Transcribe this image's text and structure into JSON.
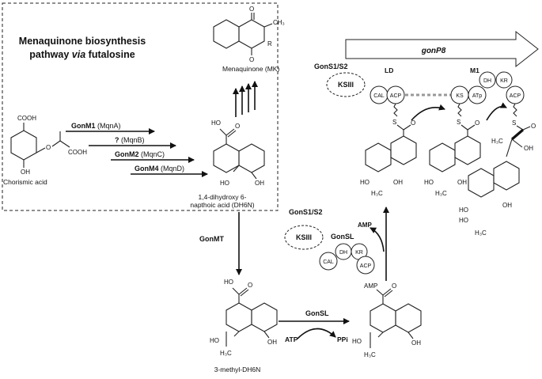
{
  "box_title_line1": "Menaquinone biosynthesis",
  "box_title_line2_a": "pathway ",
  "box_title_line2_b": "via",
  "box_title_line2_c": " futalosine",
  "compounds": {
    "chorismic": "Chorismic acid",
    "menaquinone": "Menaquinone (MK)",
    "dh6n_line1": "1,4-dihydroxy 6-",
    "dh6n_line2": "napthoic acid (DH6N)",
    "methyl_dh6n": "3-methyl-DH6N"
  },
  "enzymes": [
    {
      "bold": "GonM1",
      "paren": "(MqnA)"
    },
    {
      "bold": "?",
      "paren": "(MqnB)"
    },
    {
      "bold": "GonM2",
      "paren": "(MqnC)"
    },
    {
      "bold": "GonM4",
      "paren": "(MqnD)"
    }
  ],
  "gonmt": "GonMT",
  "gonsl": "GonSL",
  "atp": "ATP",
  "ppi": "PPi",
  "amp": "AMP",
  "gonp8": "gonP8",
  "gons1s2": "GonS1/S2",
  "ksiii": "KSIII",
  "modules": {
    "ld": "LD",
    "m1": "M1"
  },
  "domains": {
    "cal": "CAL",
    "acp": "ACP",
    "ks": "KS",
    "atp_domain": "ATp",
    "dh": "DH",
    "kr": "KR"
  },
  "atoms": {
    "cooh": "COOH",
    "oh": "OH",
    "o": "O",
    "ho": "HO",
    "h3c": "H₃C",
    "ch3": "CH₃",
    "r": "R",
    "s": "S",
    "amp_sub": "AMP"
  }
}
